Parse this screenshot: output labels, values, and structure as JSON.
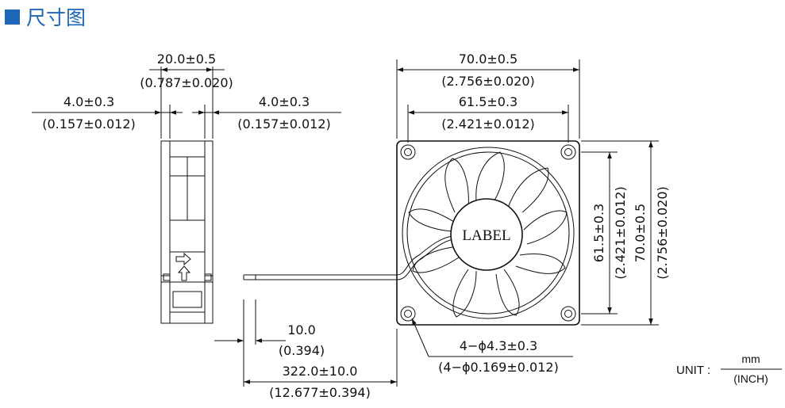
{
  "title": "尺寸图",
  "colors": {
    "accent": "#1e67b8",
    "line": "#111111"
  },
  "side_view": {
    "width_mm": "20.0±0.5",
    "width_in": "(0.787±0.020)",
    "left_margin_mm": "4.0±0.3",
    "left_margin_in": "(0.157±0.012)",
    "right_margin_mm": "4.0±0.3",
    "right_margin_in": "(0.157±0.012)"
  },
  "front_view": {
    "overall_mm": "70.0±0.5",
    "overall_in": "(2.756±0.020)",
    "hole_spacing_mm": "61.5±0.3",
    "hole_spacing_in": "(2.421±0.012)",
    "label_text": "LABEL",
    "holes_mm": "4−ϕ4.3±0.3",
    "holes_in": "(4−ϕ0.169±0.012)"
  },
  "wire": {
    "strip_mm": "10.0",
    "strip_in": "(0.394)",
    "length_mm": "322.0±10.0",
    "length_in": "(12.677±0.394)"
  },
  "unit": {
    "prefix": "UNIT :",
    "top": "mm",
    "bottom": "(INCH)"
  }
}
